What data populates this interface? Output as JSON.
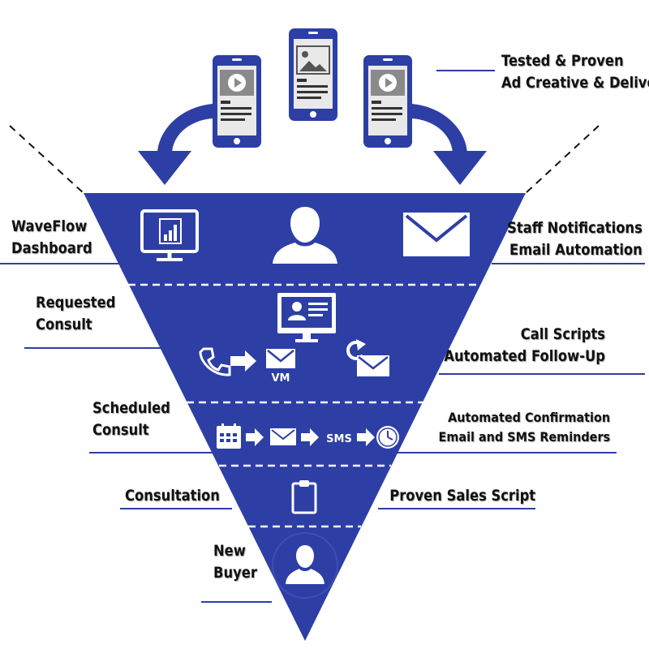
{
  "colors": {
    "funnel": "#2d3fa5",
    "accent_line": "#2d3fa5",
    "icon": "#ffffff",
    "phone_frame": "#2d3fa5",
    "phone_screen": "#e9e9e9",
    "text": "#111111"
  },
  "top_note": {
    "line1": "Tested & Proven",
    "line2": "Ad Creative & Delivery"
  },
  "stages": {
    "dashboard": {
      "line1": "WaveFlow",
      "line2": "Dashboard"
    },
    "notifications": {
      "line1": "Staff Notifications",
      "line2": "Email Automation"
    },
    "requested": {
      "line1": "Requested",
      "line2": "Consult"
    },
    "followup": {
      "line1": "Call Scripts",
      "line2": "Automated Follow-Up"
    },
    "scheduled": {
      "line1": "Scheduled",
      "line2": "Consult"
    },
    "reminders": {
      "line1": "Automated Confirmation",
      "line2": "Email and SMS Reminders"
    },
    "consultation": {
      "label": "Consultation"
    },
    "sales_script": {
      "label": "Proven Sales Script"
    },
    "new_buyer": {
      "line1": "New",
      "line2": "Buyer"
    }
  },
  "icon_labels": {
    "vm": "VM",
    "sms": "SMS"
  },
  "icons": [
    "phone-ad-video-icon",
    "phone-ad-image-icon",
    "monitor-chart-icon",
    "person-icon",
    "envelope-icon",
    "video-call-monitor-icon",
    "telephone-icon",
    "arrow-right-icon",
    "refresh-icon",
    "calendar-icon",
    "clock-icon",
    "clipboard-icon"
  ]
}
